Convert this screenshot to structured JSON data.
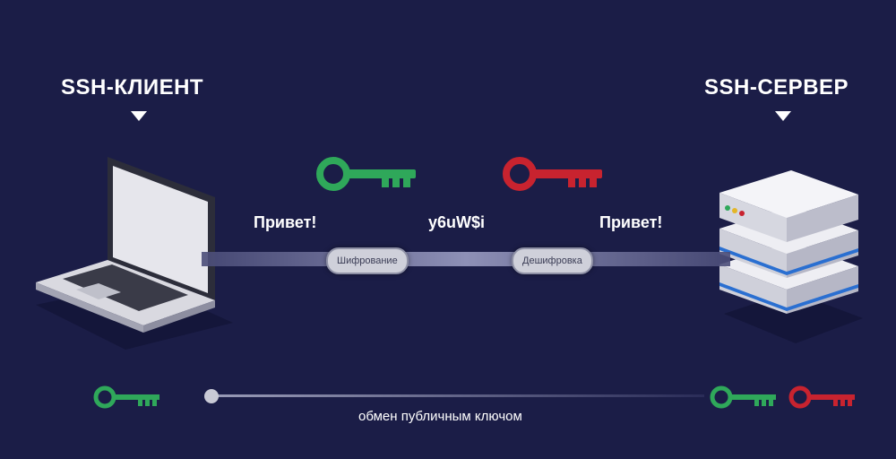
{
  "client": {
    "label": "SSH-КЛИЕНТ"
  },
  "server": {
    "label": "SSH-СЕРВЕР"
  },
  "flow": {
    "plaintext_left": "Привет!",
    "ciphertext": "y6uW$i",
    "plaintext_right": "Привет!",
    "encrypt_label": "Шифрование",
    "decrypt_label": "Дешифровка"
  },
  "exchange": {
    "label": "обмен публичным ключом"
  },
  "colors": {
    "background": "#1b1d47",
    "public_key": "#2fa85a",
    "private_key": "#c8232f",
    "server_stripe": "#2a6fd1"
  },
  "icons": {
    "client": "laptop-icon",
    "server": "server-icon",
    "public_key": "green-key-icon",
    "private_key": "red-key-icon"
  }
}
